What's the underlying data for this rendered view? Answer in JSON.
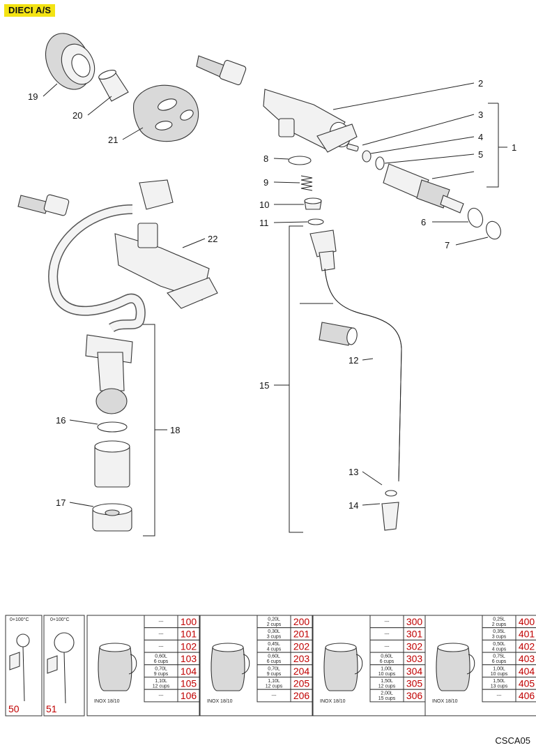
{
  "header": {
    "brand": "DIECI A/S"
  },
  "footer": {
    "code": "CSCA05"
  },
  "callouts": [
    "1",
    "2",
    "3",
    "4",
    "5",
    "6",
    "7",
    "8",
    "9",
    "10",
    "11",
    "12",
    "13",
    "14",
    "15",
    "16",
    "17",
    "18",
    "19",
    "20",
    "21",
    "22"
  ],
  "accessories": {
    "thermometers": [
      {
        "range": "0+100°C",
        "code": "50"
      },
      {
        "range": "0+100°C",
        "code": "51"
      }
    ],
    "jug_groups": [
      {
        "material": "INOX 18/10",
        "rows": [
          {
            "capacity": "---",
            "cups": "",
            "code": "100"
          },
          {
            "capacity": "---",
            "cups": "",
            "code": "101"
          },
          {
            "capacity": "---",
            "cups": "",
            "code": "102"
          },
          {
            "capacity": "0,60L",
            "cups": "6 cups",
            "code": "103"
          },
          {
            "capacity": "0,70L",
            "cups": "9 cups",
            "code": "104"
          },
          {
            "capacity": "1,10L",
            "cups": "12 cups",
            "code": "105"
          },
          {
            "capacity": "---",
            "cups": "",
            "code": "106"
          }
        ]
      },
      {
        "material": "INOX 18/10",
        "rows": [
          {
            "capacity": "0,20L",
            "cups": "2 cups",
            "code": "200"
          },
          {
            "capacity": "0,30L",
            "cups": "3 cups",
            "code": "201"
          },
          {
            "capacity": "0,45L",
            "cups": "4 cups",
            "code": "202"
          },
          {
            "capacity": "0,60L",
            "cups": "6 cups",
            "code": "203"
          },
          {
            "capacity": "0,70L",
            "cups": "9 cups",
            "code": "204"
          },
          {
            "capacity": "1,10L",
            "cups": "12 cups",
            "code": "205"
          },
          {
            "capacity": "---",
            "cups": "",
            "code": "206"
          }
        ]
      },
      {
        "material": "INOX 18/10",
        "rows": [
          {
            "capacity": "---",
            "cups": "",
            "code": "300"
          },
          {
            "capacity": "---",
            "cups": "",
            "code": "301"
          },
          {
            "capacity": "---",
            "cups": "",
            "code": "302"
          },
          {
            "capacity": "0,60L",
            "cups": "6 cups",
            "code": "303"
          },
          {
            "capacity": "1,00L",
            "cups": "10 cups",
            "code": "304"
          },
          {
            "capacity": "1,50L",
            "cups": "12 cups",
            "code": "305"
          },
          {
            "capacity": "2,00L",
            "cups": "15 cups",
            "code": "306"
          }
        ]
      },
      {
        "material": "INOX 18/10",
        "rows": [
          {
            "capacity": "0,25L",
            "cups": "2 cups",
            "code": "400"
          },
          {
            "capacity": "0,35L",
            "cups": "3 cups",
            "code": "401"
          },
          {
            "capacity": "0,50L",
            "cups": "4 cups",
            "code": "402"
          },
          {
            "capacity": "0,75L",
            "cups": "6 cups",
            "code": "403"
          },
          {
            "capacity": "1,00L",
            "cups": "10 cups",
            "code": "404"
          },
          {
            "capacity": "1,50L",
            "cups": "13 cups",
            "code": "405"
          },
          {
            "capacity": "---",
            "cups": "",
            "code": "406"
          }
        ]
      }
    ]
  }
}
